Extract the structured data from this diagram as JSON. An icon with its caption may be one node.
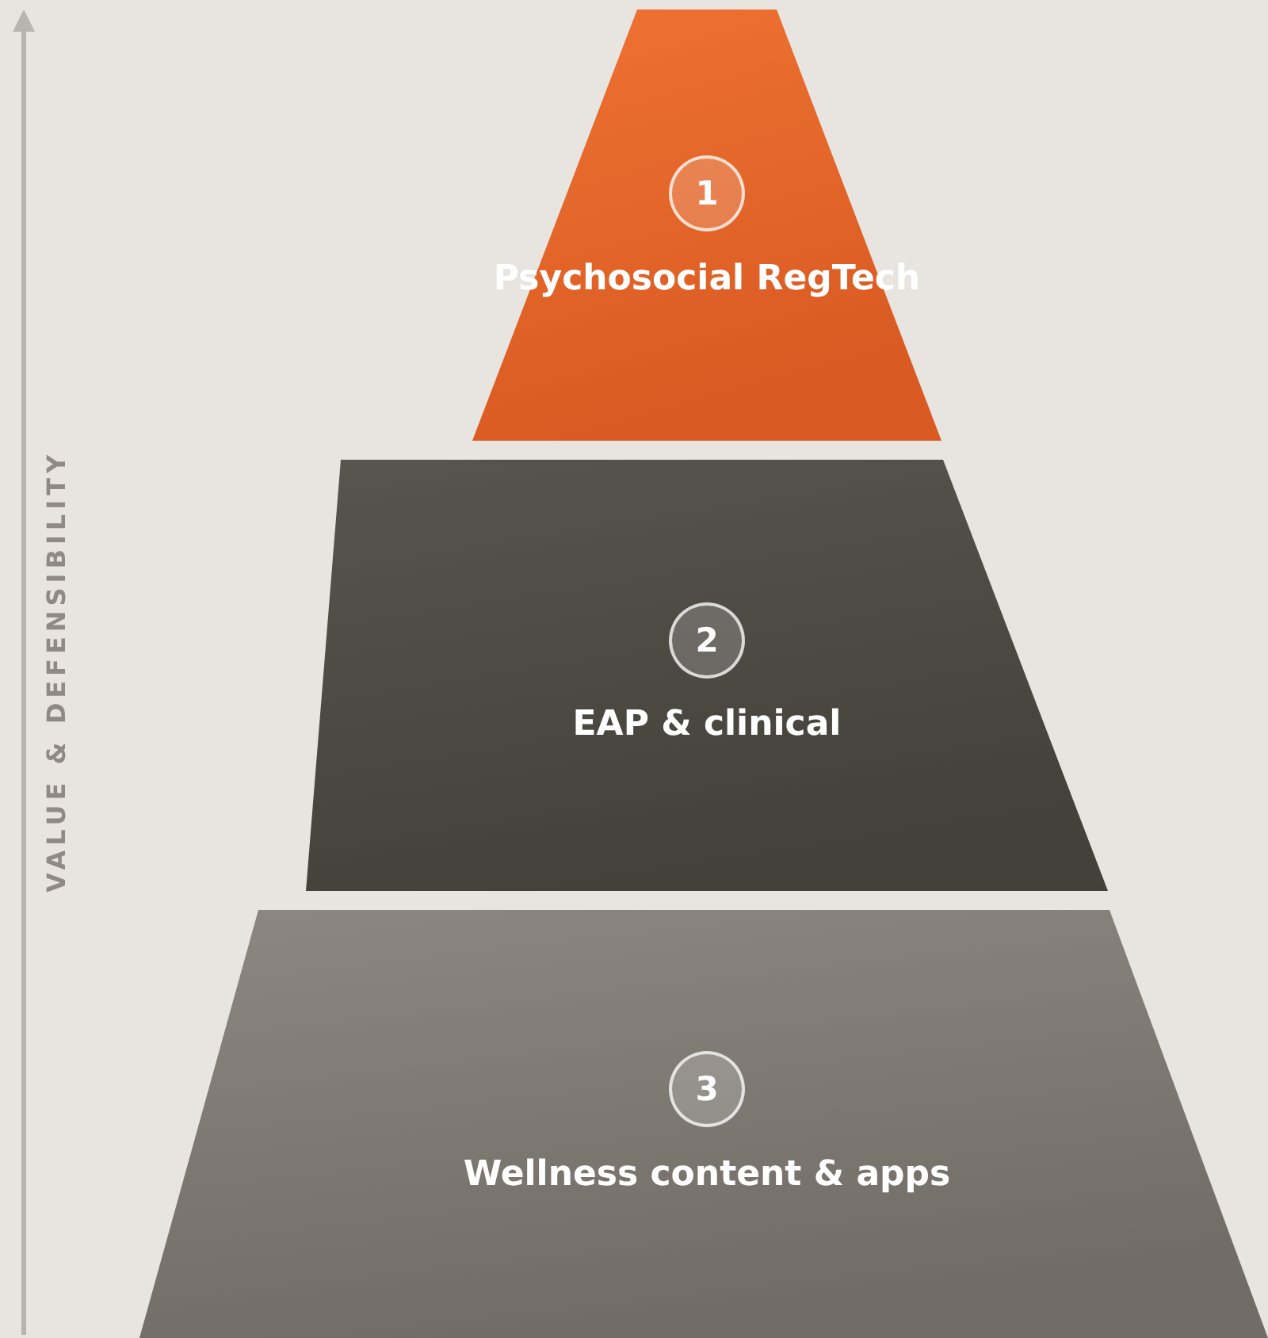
{
  "diagram": {
    "nodes": [
      {
        "text": [
          "1",
          "Psychosocial RegTech"
        ]
      },
      {
        "text": [
          "2",
          "EAP & clinical"
        ]
      },
      {
        "text": [
          "3",
          "Wellness content & apps"
        ]
      }
    ],
    "labels": [
      "VALUE & DEFENSIBILITY"
    ]
  }
}
